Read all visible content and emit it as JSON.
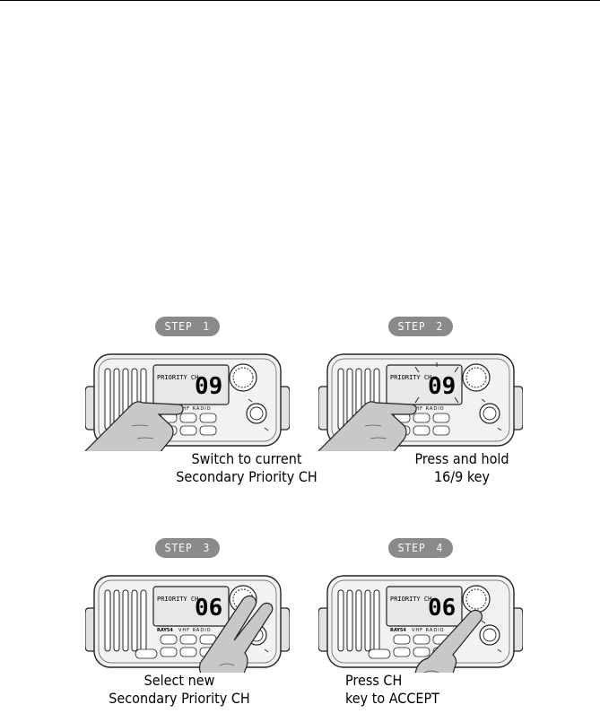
{
  "radio": {
    "brand": "RAY54",
    "model": "VHF RADIO",
    "lcd_mode": "PRIORITY CH"
  },
  "steps": [
    {
      "badge_word": "STEP",
      "badge_number": "1",
      "lcd_channel": "09",
      "caption_line1": "Switch to current",
      "caption_line2": "Secondary Priority CH"
    },
    {
      "badge_word": "STEP",
      "badge_number": "2",
      "lcd_channel": "09",
      "caption_line1": "Press and hold",
      "caption_line2": "16/9 key"
    },
    {
      "badge_word": "STEP",
      "badge_number": "3",
      "lcd_channel": "06",
      "caption_line1": "Select new",
      "caption_line2": "Secondary Priority CH"
    },
    {
      "badge_word": "STEP",
      "badge_number": "4",
      "lcd_channel": "06",
      "caption_line1": "Press CH",
      "caption_line2": "key to ACCEPT"
    }
  ]
}
